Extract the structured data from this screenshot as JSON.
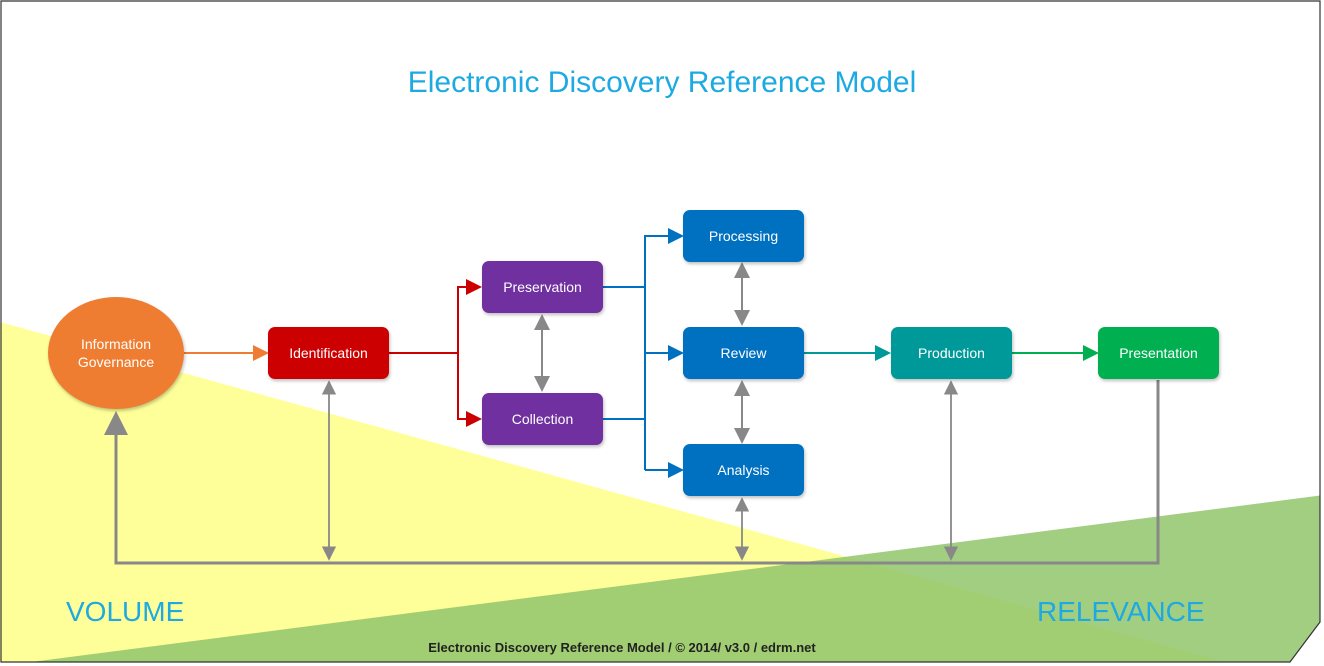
{
  "title": "Electronic Discovery Reference Model",
  "nodes": {
    "information_governance": {
      "line1": "Information",
      "line2": "Governance",
      "color": "#ee7d31"
    },
    "identification": {
      "label": "Identification",
      "color": "#cc0000"
    },
    "preservation": {
      "label": "Preservation",
      "color": "#7030a0"
    },
    "collection": {
      "label": "Collection",
      "color": "#7030a0"
    },
    "processing": {
      "label": "Processing",
      "color": "#0070c0"
    },
    "review": {
      "label": "Review",
      "color": "#0070c0"
    },
    "analysis": {
      "label": "Analysis",
      "color": "#0070c0"
    },
    "production": {
      "label": "Production",
      "color": "#009999"
    },
    "presentation": {
      "label": "Presentation",
      "color": "#00b050"
    }
  },
  "labels": {
    "volume": "VOLUME",
    "relevance": "RELEVANCE"
  },
  "footer": "Electronic Discovery Reference Model / © 2014/ v3.0 / edrm.net",
  "colors": {
    "title": "#1da9e1",
    "volume_fill": "#ffff99",
    "relevance_fill": "#92c56c",
    "feedback_line": "#888888"
  }
}
